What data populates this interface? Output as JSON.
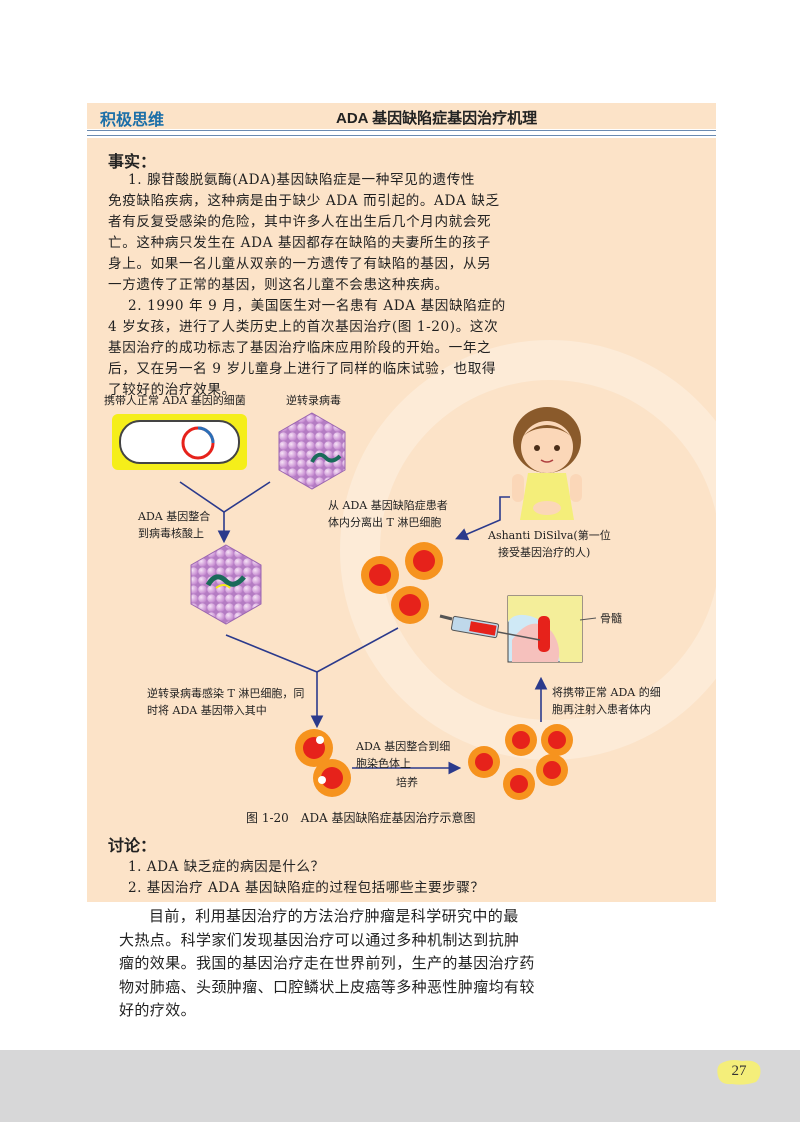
{
  "header": {
    "section": "积极思维",
    "title": "ADA 基因缺陷症基因治疗机理"
  },
  "facts": {
    "heading": "事实：",
    "lines": [
      "1. 腺苷酸脱氨酶(ADA)基因缺陷症是一种罕见的遗传性",
      "免疫缺陷疾病，这种病是由于缺少 ADA 而引起的。ADA 缺乏",
      "者有反复受感染的危险，其中许多人在出生后几个月内就会死",
      "亡。这种病只发生在 ADA 基因都存在缺陷的夫妻所生的孩子",
      "身上。如果一名儿童从双亲的一方遗传了有缺陷的基因，从另",
      "一方遗传了正常的基因，则这名儿童不会患这种疾病。",
      "2. 1990 年 9 月，美国医生对一名患有 ADA 基因缺陷症的",
      "4 岁女孩，进行了人类历史上的首次基因治疗(图 1-20)。这次",
      "基因治疗的成功标志了基因治疗临床应用阶段的开始。一年之",
      "后，又在另一名 9 岁儿童身上进行了同样的临床试验，也取得",
      "了较好的治疗效果。"
    ]
  },
  "diagram": {
    "bacteria_label": "携带人正常 ADA 基因的细菌",
    "virus_label": "逆转录病毒",
    "integrate_label": [
      "ADA 基因整合",
      "到病毒核酸上"
    ],
    "isolate_label": [
      "从 ADA 基因缺陷症患者",
      "体内分离出 T 淋巴细胞"
    ],
    "patient_label": [
      "Ashanti DiSilva(第一位",
      "接受基因治疗的人)"
    ],
    "marrow_label": "骨髓",
    "infect_label": [
      "逆转录病毒感染 T 淋巴细胞，同",
      "时将 ADA 基因带入其中"
    ],
    "reinject_label": [
      "将携带正常 ADA 的细",
      "胞再注射入患者体内"
    ],
    "chromosome_label": [
      "ADA 基因整合到细",
      "胞染色体上"
    ],
    "culture_label": "培养",
    "caption": "图 1-20　ADA 基因缺陷症基因治疗示意图"
  },
  "discussion": {
    "heading": "讨论：",
    "questions": [
      "1. ADA 缺乏症的病因是什么？",
      "2. 基因治疗 ADA 基因缺陷症的过程包括哪些主要步骤？"
    ]
  },
  "body": {
    "lines": [
      "目前，利用基因治疗的方法治疗肿瘤是科学研究中的最",
      "大热点。科学家们发现基因治疗可以通过多种机制达到抗肿",
      "瘤的效果。我国的基因治疗走在世界前列，生产的基因治疗药",
      "物对肺癌、头颈肿瘤、口腔鳞状上皮癌等多种恶性肿瘤均有较",
      "好的疗效。"
    ]
  },
  "page_number": "27",
  "colors": {
    "header_blue": "#1c6fa8",
    "box_bg": "#fce3c8",
    "arrow": "#2b3a8c",
    "cell_red": "#e6221b",
    "cell_orange": "#f6931e",
    "footer_gray": "#d7d7d8",
    "page_badge": "#f4ee7a"
  }
}
